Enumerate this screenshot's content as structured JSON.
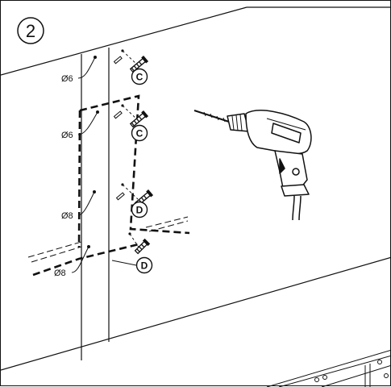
{
  "step": "2",
  "dimensions": {
    "hole_1": "Ø6",
    "hole_2": "Ø6",
    "hole_3": "Ø8",
    "hole_4": "Ø8"
  },
  "callouts": {
    "screw_1": "C",
    "screw_2": "C",
    "screw_3": "D",
    "screw_4": "D"
  },
  "colors": {
    "ink": "#111111",
    "drill_fill": "#ffffff"
  },
  "icons": [
    "drill-icon",
    "screw-icon",
    "wall-plug-icon"
  ]
}
